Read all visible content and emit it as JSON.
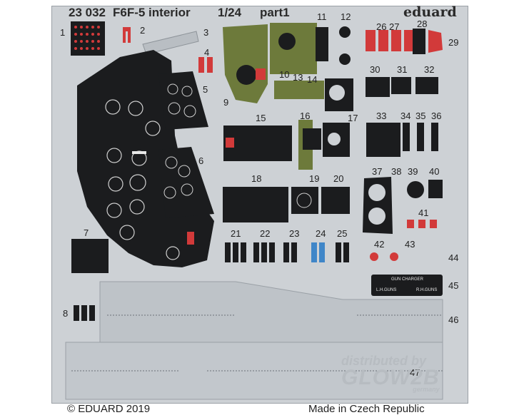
{
  "header": {
    "catalog": "23 032",
    "title": "F6F-5 interior",
    "scale": "1/24",
    "part": "part1",
    "brand": "eduard"
  },
  "part_numbers": [
    "1",
    "2",
    "3",
    "4",
    "5",
    "6",
    "7",
    "8",
    "9",
    "10",
    "11",
    "12",
    "13",
    "14",
    "15",
    "16",
    "17",
    "18",
    "19",
    "20",
    "21",
    "22",
    "23",
    "24",
    "25",
    "26",
    "27",
    "28",
    "29",
    "30",
    "31",
    "32",
    "33",
    "34",
    "35",
    "36",
    "37",
    "38",
    "39",
    "40",
    "41",
    "42",
    "43",
    "44",
    "45",
    "46",
    "47"
  ],
  "placard_text": {
    "gun_charger": "GUN CHARGER",
    "l_h_guns": "L.H.GUNS",
    "r_h_guns": "R.H.GUNS"
  },
  "watermark": {
    "line1": "distributed by",
    "line2": "GLOW2B",
    "line3": "germany"
  },
  "footer": {
    "copyright": "© EDUARD 2019",
    "origin": "Made in Czech Republic"
  },
  "colors": {
    "fret": "#cdd1d5",
    "panel_black": "#1b1c1e",
    "green": "#6d7a3b",
    "red": "#d23a3a",
    "blue": "#3f86c8"
  }
}
